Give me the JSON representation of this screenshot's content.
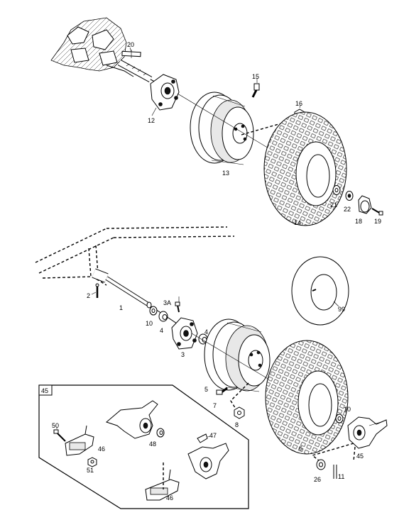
{
  "callouts": {
    "c1": "1",
    "c2": "2",
    "c3": "3",
    "c3a": "3A",
    "c4a": "4",
    "c4b": "4",
    "c5": "5",
    "c6": "6",
    "c7": "7",
    "c8": "8",
    "c10a": "10",
    "c10b": "10",
    "c11": "11",
    "c12": "12",
    "c13": "13",
    "c14": "14",
    "c15": "15",
    "c16": "16",
    "c18": "18",
    "c19": "19",
    "c20": "20",
    "c21": "21",
    "c22": "22",
    "c26": "26",
    "c45": "45",
    "c46a": "46",
    "c46b": "46",
    "c47": "47",
    "c48": "48",
    "c50": "50",
    "c51": "51",
    "c99": "99"
  },
  "inset": {
    "box_label": "45"
  }
}
